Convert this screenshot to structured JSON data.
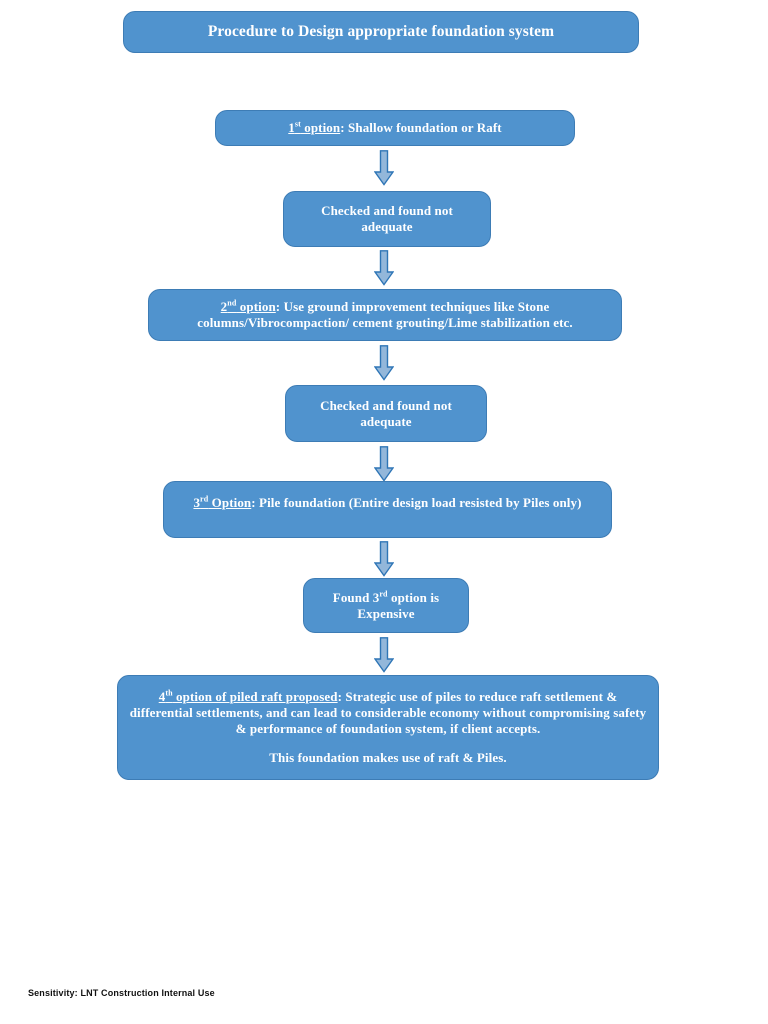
{
  "document": {
    "title": "Procedure to Design appropriate foundation system",
    "footer_note": "Sensitivity: LNT Construction Internal Use"
  },
  "colors": {
    "box_fill": "#5093CE",
    "box_border": "#3D7CB5",
    "box_text": "#FFFFFF",
    "arrow_fill": "#93B7DA",
    "arrow_border": "#2E75B6",
    "page_background": "#FFFFFF",
    "footer_text": "#111111"
  },
  "flowchart": {
    "type": "flowchart",
    "orientation": "top-to-bottom",
    "nodes": [
      {
        "id": "title",
        "kind": "title-box",
        "text": "Procedure to Design appropriate foundation system"
      },
      {
        "id": "option-1",
        "kind": "process-box",
        "label_prefix": "1",
        "label_ordinal": "st",
        "label_rest": " option",
        "text": ": Shallow foundation or Raft"
      },
      {
        "id": "check-1",
        "kind": "process-box",
        "line1": "Checked and found not",
        "line2": "adequate"
      },
      {
        "id": "option-2",
        "kind": "process-box",
        "label_prefix": "2",
        "label_ordinal": "nd",
        "label_rest": " option",
        "text": ": Use ground improvement techniques like Stone columns/Vibrocompaction/ cement grouting/Lime stabilization etc."
      },
      {
        "id": "check-2",
        "kind": "process-box",
        "line1": "Checked and found not",
        "line2": "adequate"
      },
      {
        "id": "option-3",
        "kind": "process-box",
        "label_prefix": "3",
        "label_ordinal": "rd",
        "label_rest": " Option",
        "text": ": Pile foundation (Entire design load resisted by Piles only)"
      },
      {
        "id": "found-3",
        "kind": "process-box",
        "line1_a": "Found 3",
        "line1_ordinal": "rd",
        "line1_b": " option is",
        "line2": "Expensive"
      },
      {
        "id": "option-4",
        "kind": "process-box",
        "label_prefix": "4",
        "label_ordinal": "th",
        "label_rest": " option of piled raft proposed",
        "paragraph1": ": Strategic use of piles to reduce raft settlement & differential settlements, and can lead to considerable economy without compromising safety & performance of foundation system, if client accepts.",
        "paragraph2": "This foundation makes use of raft & Piles."
      }
    ],
    "connectors": [
      {
        "id": "arrow-1",
        "from": "option-1",
        "to": "check-1",
        "icon": "down-arrow-icon"
      },
      {
        "id": "arrow-2",
        "from": "check-1",
        "to": "option-2",
        "icon": "down-arrow-icon"
      },
      {
        "id": "arrow-3",
        "from": "option-2",
        "to": "check-2",
        "icon": "down-arrow-icon"
      },
      {
        "id": "arrow-4",
        "from": "check-2",
        "to": "option-3",
        "icon": "down-arrow-icon"
      },
      {
        "id": "arrow-5",
        "from": "option-3",
        "to": "found-3",
        "icon": "down-arrow-icon"
      },
      {
        "id": "arrow-6",
        "from": "found-3",
        "to": "option-4",
        "icon": "down-arrow-icon"
      }
    ]
  }
}
